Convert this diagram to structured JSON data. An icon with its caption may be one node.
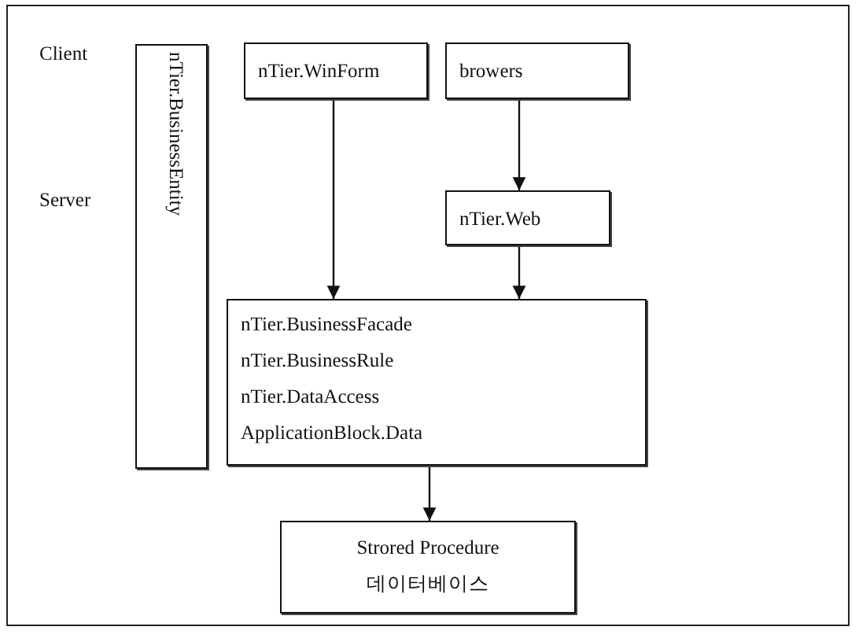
{
  "diagram": {
    "nodes": [
      {
        "text": [
          "nTier.BusinessEntity"
        ]
      },
      {
        "text": [
          "nTier.WinForm"
        ]
      },
      {
        "text": [
          "browers"
        ]
      },
      {
        "text": [
          "nTier.Web"
        ]
      },
      {
        "text": [
          "nTier.BusinessFacade",
          "nTier.BusinessRule",
          "nTier.DataAccess",
          "ApplicationBlock.Data"
        ]
      },
      {
        "text": [
          "Strored Procedure",
          "데이터베이스"
        ]
      }
    ],
    "edges": [
      {
        "from": 1,
        "to": 4,
        "arrow": "to"
      },
      {
        "from": 2,
        "to": 3,
        "arrow": "to"
      },
      {
        "from": 3,
        "to": 4,
        "arrow": "to"
      },
      {
        "from": 4,
        "to": 5,
        "arrow": "to"
      }
    ],
    "labels": [
      "Client",
      "Server"
    ]
  }
}
